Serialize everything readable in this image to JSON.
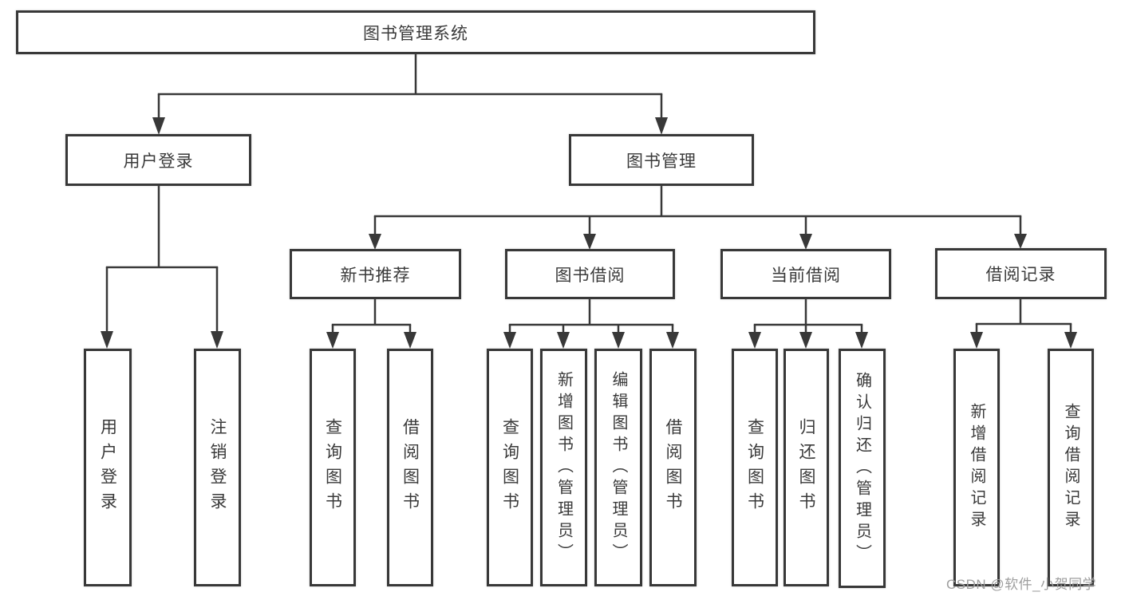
{
  "diagram": {
    "title": "图书管理系统",
    "watermark": "CSDN @软件_小贺同学",
    "colors": {
      "line": "#383838",
      "text": "#3a3a3a",
      "background": "#ffffff",
      "watermark": "#9e9e9e"
    },
    "nodes": {
      "root": "图书管理系统",
      "login": "用户登录",
      "mgmt": "图书管理",
      "login_user": "用户登录",
      "login_logout": "注销登录",
      "rec": "新书推荐",
      "borrow": "图书借阅",
      "current": "当前借阅",
      "record": "借阅记录",
      "rec_query": "查询图书",
      "rec_borrow": "借阅图书",
      "borrow_query": "查询图书",
      "borrow_add": "新增图书（管理员）",
      "borrow_edit": "编辑图书（管理员）",
      "borrow_borrow": "借阅图书",
      "current_query": "查询图书",
      "current_return": "归还图书",
      "current_confirm": "确认归还（管理员）",
      "record_add": "新增借阅记录",
      "record_query": "查询借阅记录"
    }
  }
}
